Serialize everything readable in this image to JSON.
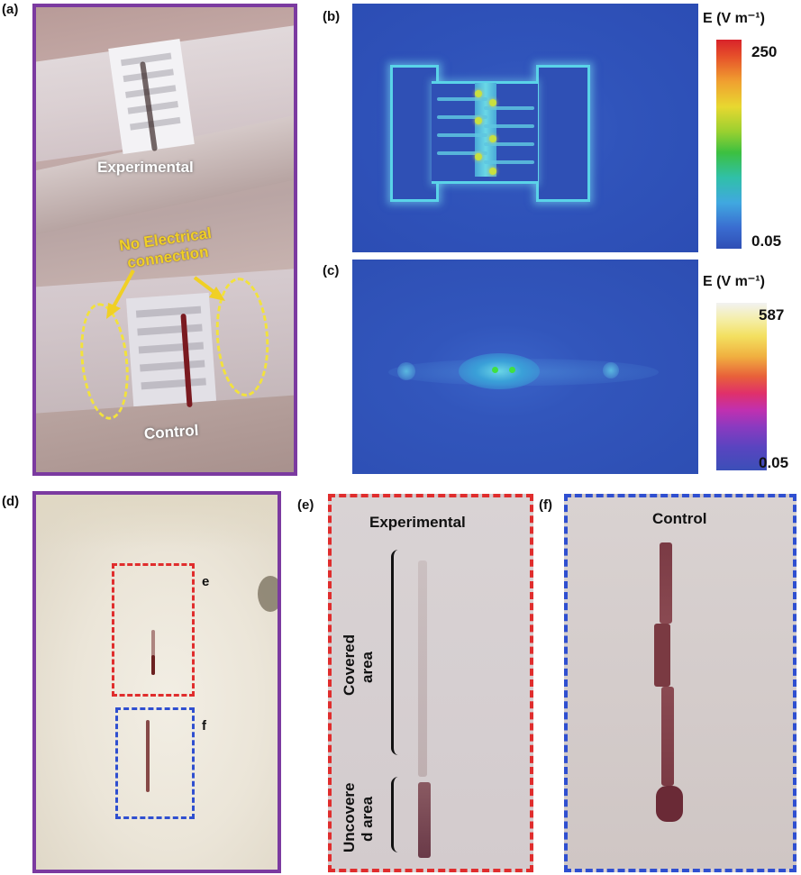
{
  "panel_labels": {
    "a": "(a)",
    "b": "(b)",
    "c": "(c)",
    "d": "(d)",
    "e": "(e)",
    "f": "(f)"
  },
  "panel_a": {
    "experimental_label": "Experimental",
    "control_label": "Control",
    "no_connection_line1": "No Electrical",
    "no_connection_line2": "connection",
    "annotation_color": "#f0d025",
    "border_color": "#7b3aa0"
  },
  "panel_b": {
    "colorbar_label": "E (V m⁻¹)",
    "colorbar_max": "250",
    "colorbar_min": "0.05"
  },
  "panel_c": {
    "colorbar_label": "E (V m⁻¹)",
    "colorbar_max": "587",
    "colorbar_min": "0.05"
  },
  "panel_d": {
    "box_e_letter": "e",
    "box_f_letter": "f",
    "box_e_color": "#e02d2d",
    "box_f_color": "#2f4fd0"
  },
  "panel_e": {
    "title": "Experimental",
    "covered_line1": "Covered",
    "covered_line2": "area",
    "uncovered_line1": "Uncovere",
    "uncovered_line2": "d area"
  },
  "panel_f": {
    "title": "Control"
  }
}
